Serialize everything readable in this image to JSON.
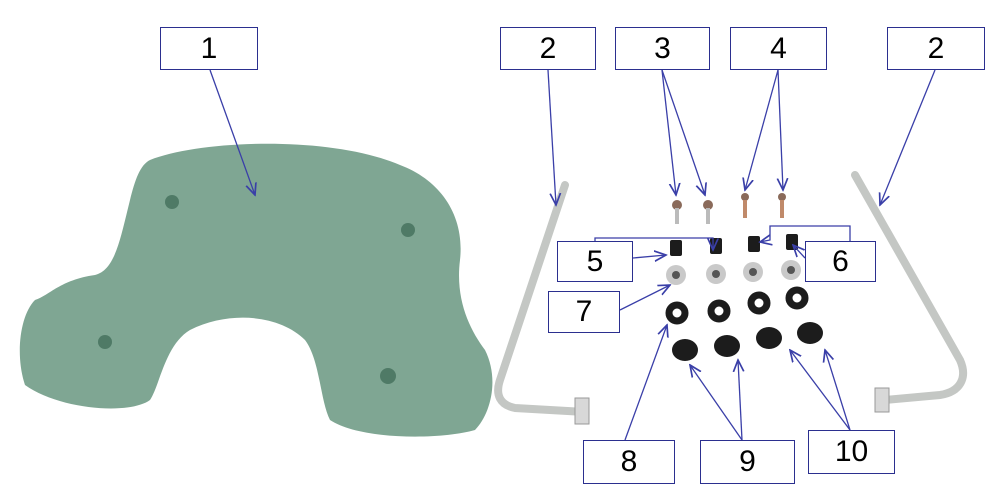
{
  "labels": {
    "l1": "1",
    "l2a": "2",
    "l3": "3",
    "l4": "4",
    "l2b": "2",
    "l5": "5",
    "l6": "6",
    "l7": "7",
    "l8": "8",
    "l9": "9",
    "l10": "10"
  },
  "colors": {
    "arrow": "#3a3fa8",
    "plate": "#7fa693",
    "rod": "#c9cbc9",
    "dark": "#1c1c1c"
  }
}
